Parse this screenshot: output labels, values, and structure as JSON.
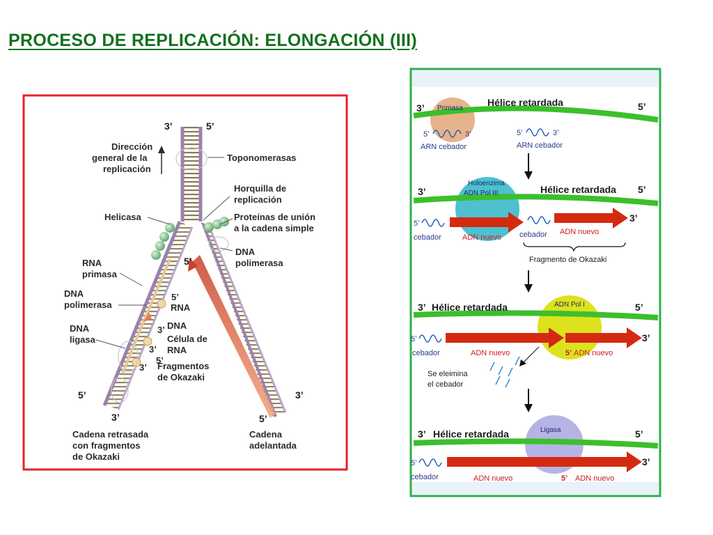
{
  "title": "PROCESO DE REPLICACIÓN: ELONGACIÓN (III)",
  "colors": {
    "title": "#13701f",
    "left_border": "#e8202a",
    "right_border": "#2fae4a",
    "helix": "#3cbf2c",
    "arrow": "#d42a12"
  },
  "left": {
    "top_3": "3’",
    "top_5": "5’",
    "direccion": [
      "Dirección",
      "general de la",
      "replicación"
    ],
    "toponomerasas": "Toponomerasas",
    "horquilla": [
      "Horquilla de",
      "replicación"
    ],
    "helicasa": "Helicasa",
    "proteinas": [
      "Proteínas de unión",
      "a la cadena simple"
    ],
    "dna_pol_right": [
      "DNA",
      "polimerasa"
    ],
    "rna_primasa": [
      "RNA",
      "primasa"
    ],
    "dna_pol_left": [
      "DNA",
      "polimerasa"
    ],
    "dna_ligasa": [
      "DNA",
      "ligasa"
    ],
    "mid_5": "5’",
    "rna": "RNA",
    "mid_3a": "3’",
    "dna": "DNA",
    "celula": [
      "Célula de",
      "RNA"
    ],
    "mid_3b": "3’",
    "mid_5b": "5’",
    "mid_3c": "3’",
    "fragmentos": [
      "Fragmentos",
      "de Okazaki"
    ],
    "fork_5": "5’",
    "left_5": "5’",
    "left_3": "3’",
    "right_3": "3’",
    "right_5": "5’",
    "retrasada": [
      "Cadena retrasada",
      "con fragmentos",
      "de Okazaki"
    ],
    "adelantada": [
      "Cadena",
      "adelantada"
    ]
  },
  "right": {
    "panel1": {
      "prime3": "3’",
      "prime5": "5’",
      "enzyme": "Primasa",
      "helix": "Hélice retardada",
      "p5": "5’",
      "p3": "3’",
      "arn1": "ARN cebador",
      "p5b": "5’",
      "p3b": "3’",
      "arn2": "ARN cebador"
    },
    "panel2": {
      "prime3": "3’",
      "prime5": "5’",
      "enzyme": [
        "Holoenzima",
        "ADN Pol III"
      ],
      "helix": "Hélice retardada",
      "p5": "5’",
      "cebador_left": "cebador",
      "adn_nuevo1": "ADN nuevo",
      "cebador_mid": "cebador",
      "adn_nuevo2": "ADN nuevo",
      "p3": "3’",
      "fragmento": "Fragmento de Okazaki"
    },
    "panel3": {
      "prime3": "3’",
      "helix": "Hélice retardada",
      "enzyme": "ADN Pol I",
      "prime5": "5’",
      "p5": "5’",
      "adn_nuevo1": "ADN nuevo",
      "p5b": "5’",
      "adn_nuevo2": "ADN nuevo",
      "p3": "3’",
      "cebador_left": "cebador",
      "elimina": [
        "Se eleimina",
        "el cebador"
      ]
    },
    "panel4": {
      "prime3": "3’",
      "helix": "Hélice retardada",
      "enzyme": "Ligasa",
      "prime5": "5’",
      "p5": "5’",
      "cebador_left": "cebador",
      "adn_nuevo1": "ADN nuevo",
      "p5b": "5’",
      "adn_nuevo2": "ADN nuevo",
      "p3": "3’"
    }
  }
}
